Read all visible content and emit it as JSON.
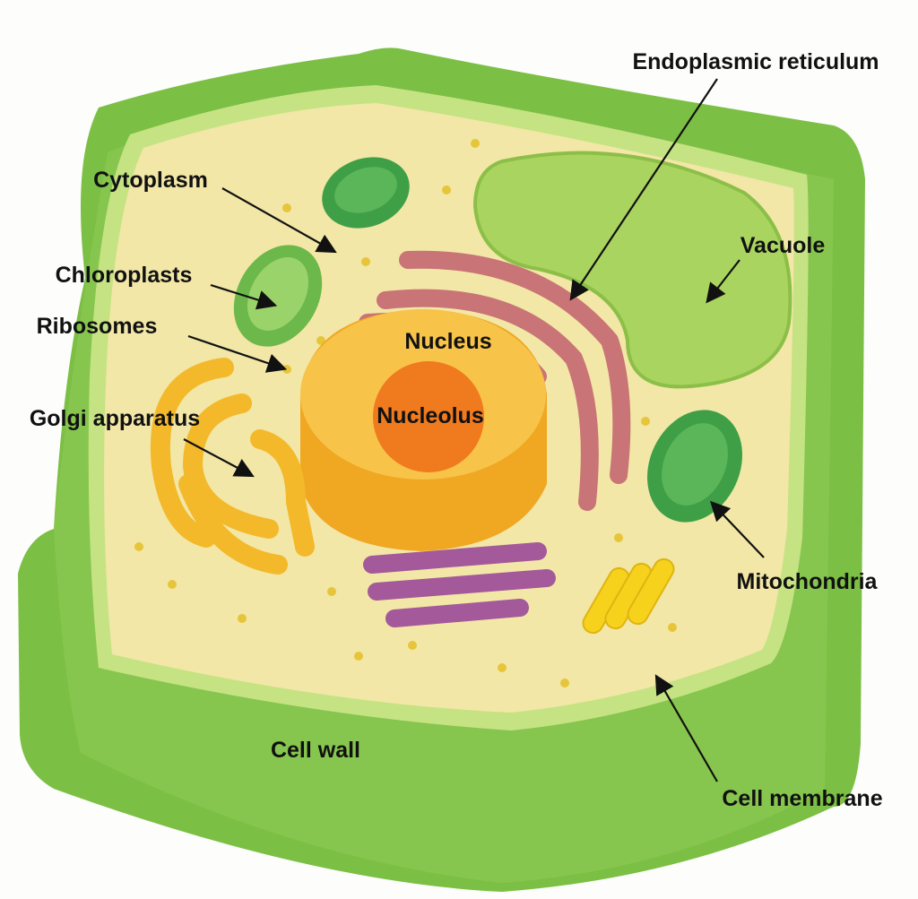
{
  "title": "Plant cell diagram",
  "labels": {
    "endoplasmic_reticulum": "Endoplasmic reticulum",
    "cytoplasm": "Cytoplasm",
    "vacuole": "Vacuole",
    "chloroplasts": "Chloroplasts",
    "ribosomes": "Ribosomes",
    "nucleus": "Nucleus",
    "nucleolus": "Nucleolus",
    "golgi_apparatus": "Golgi apparatus",
    "mitochondria": "Mitochondria",
    "cell_wall": "Cell wall",
    "cell_membrane": "Cell membrane"
  },
  "colors": {
    "cell_wall": "#7cbf45",
    "cell_membrane": "#b8dc74",
    "cytoplasm": "#f2e7a6",
    "vacuole": "#a9d460",
    "nucleus": "#f5b72e",
    "nucleolus": "#f07a1e",
    "er": "#c97476",
    "golgi": "#f3b92b",
    "mitochondria": "#3f9f47",
    "chloroplast": "#7cc456",
    "purple_organelle": "#a45a9a",
    "ribosome": "#e7c53a"
  }
}
